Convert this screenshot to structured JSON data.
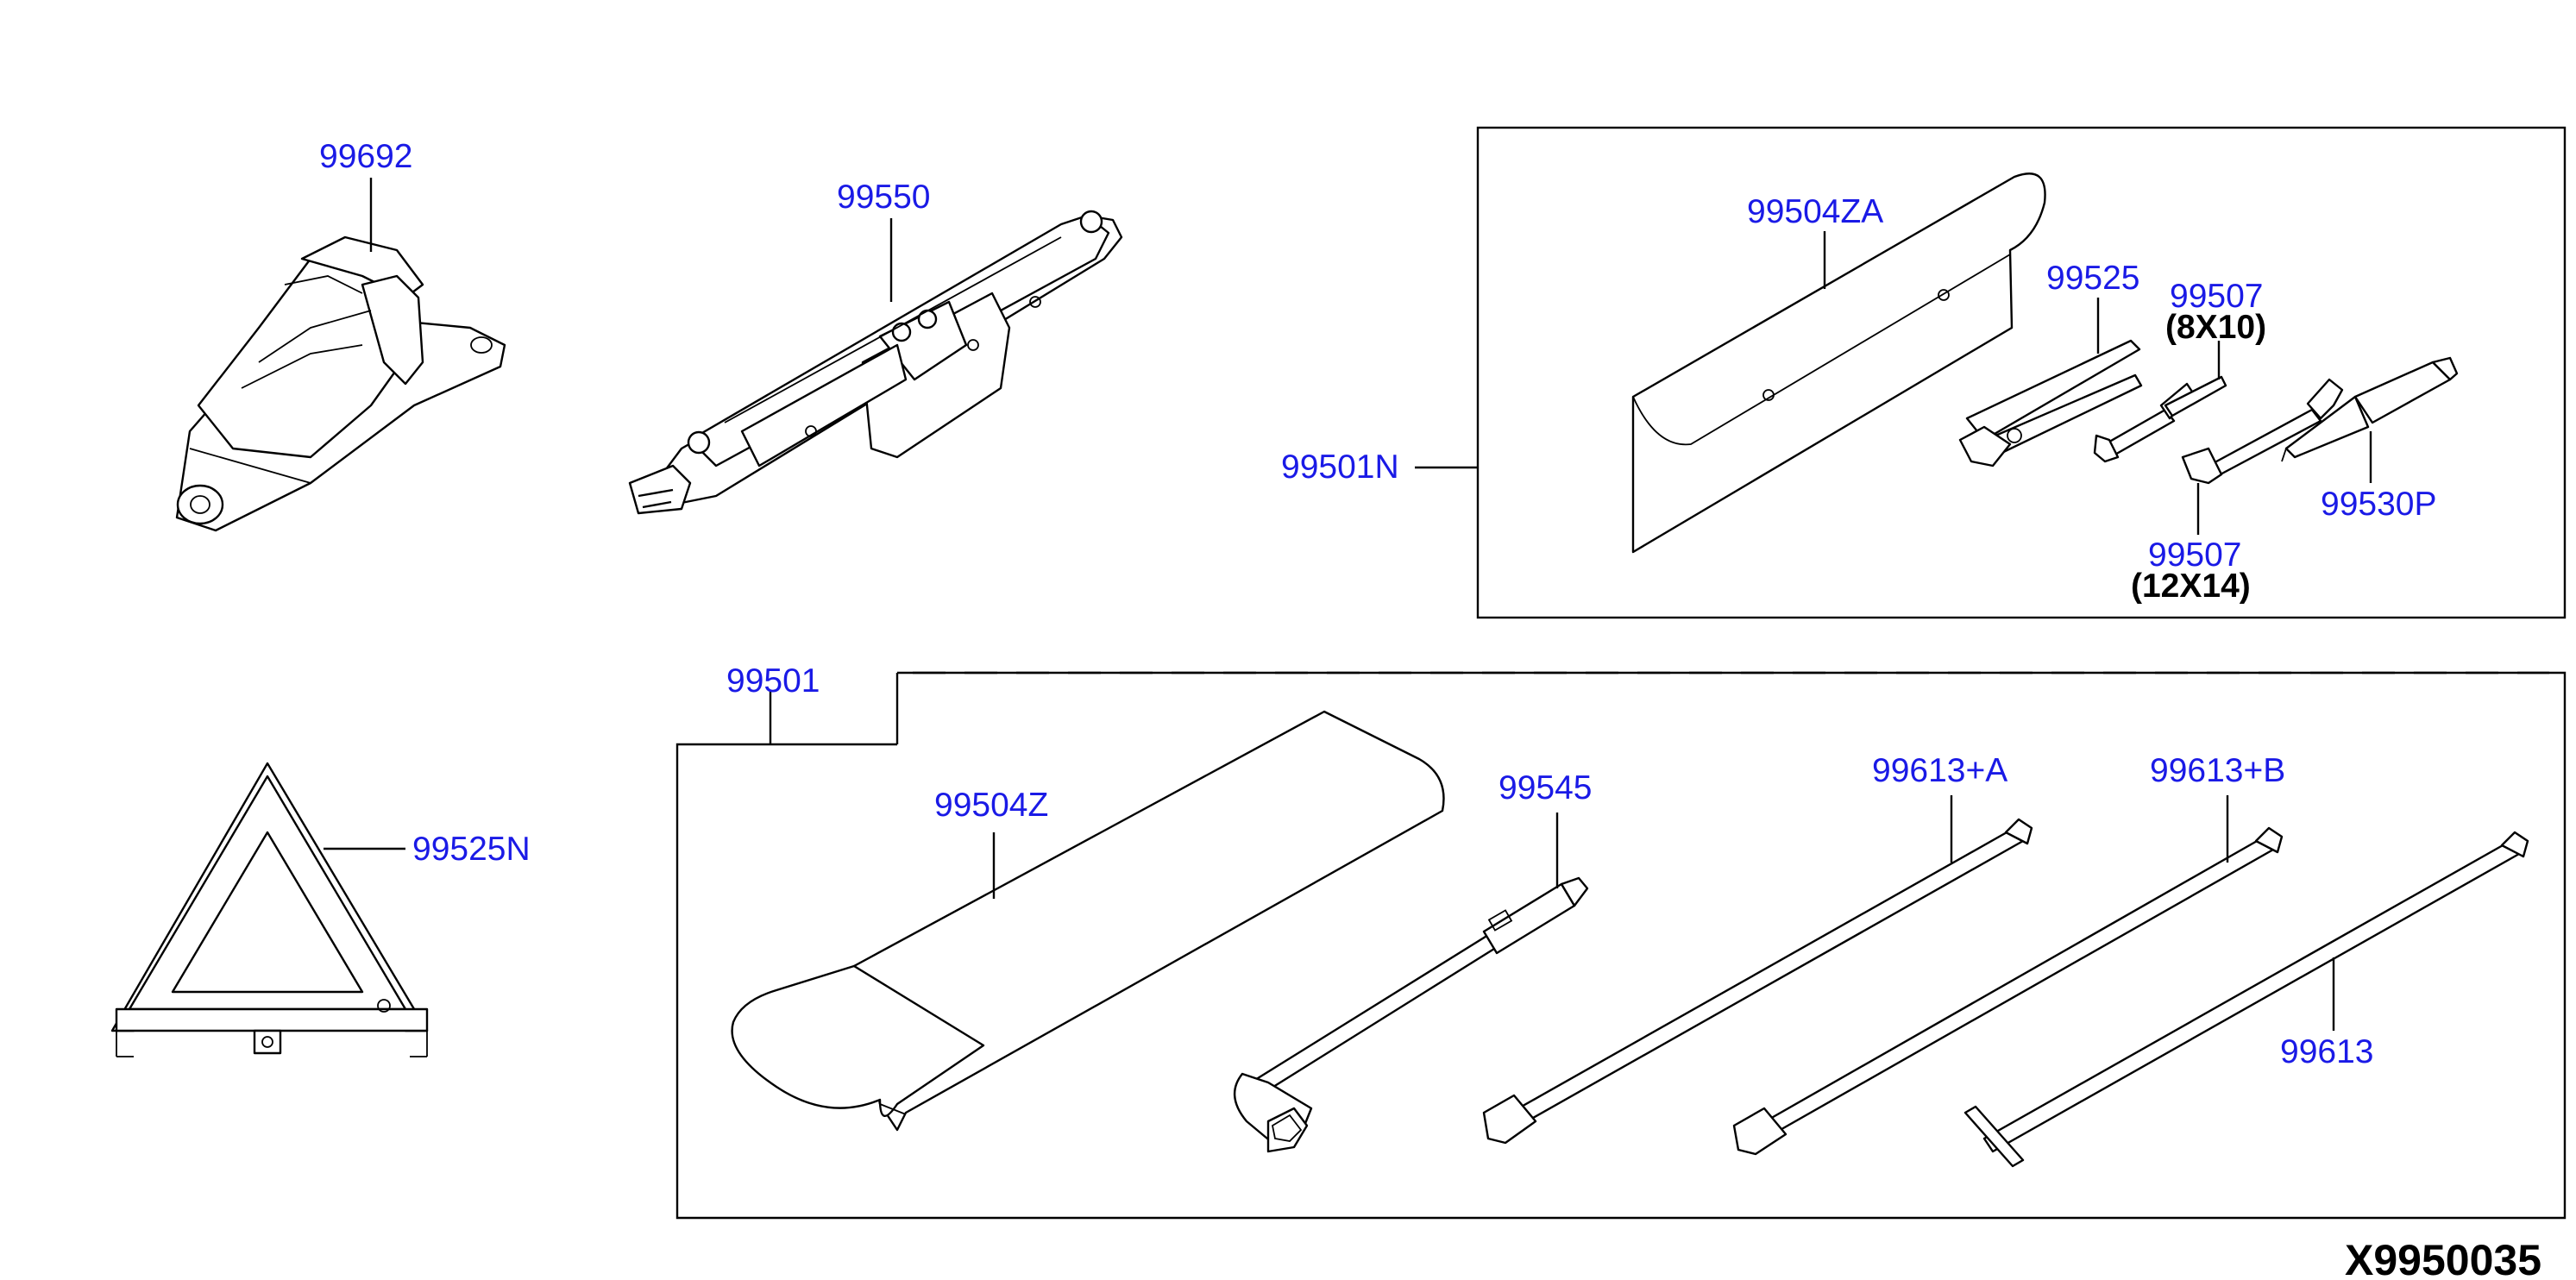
{
  "diagram": {
    "drawing_code": "X9950035",
    "parts": {
      "p99692": "99692",
      "p99550": "99550",
      "p99501N": "99501N",
      "p99504ZA": "99504ZA",
      "p99525": "99525",
      "p99507_a": "99507",
      "p99507_a_size": "(8X10)",
      "p99507_b": "99507",
      "p99507_b_size": "(12X14)",
      "p99530P": "99530P",
      "p99525N": "99525N",
      "p99501_partial": "99501",
      "p99504Z": "99504Z",
      "p99545": "99545",
      "p99613A": "99613+A",
      "p99613B": "99613+B",
      "p99613": "99613"
    }
  }
}
